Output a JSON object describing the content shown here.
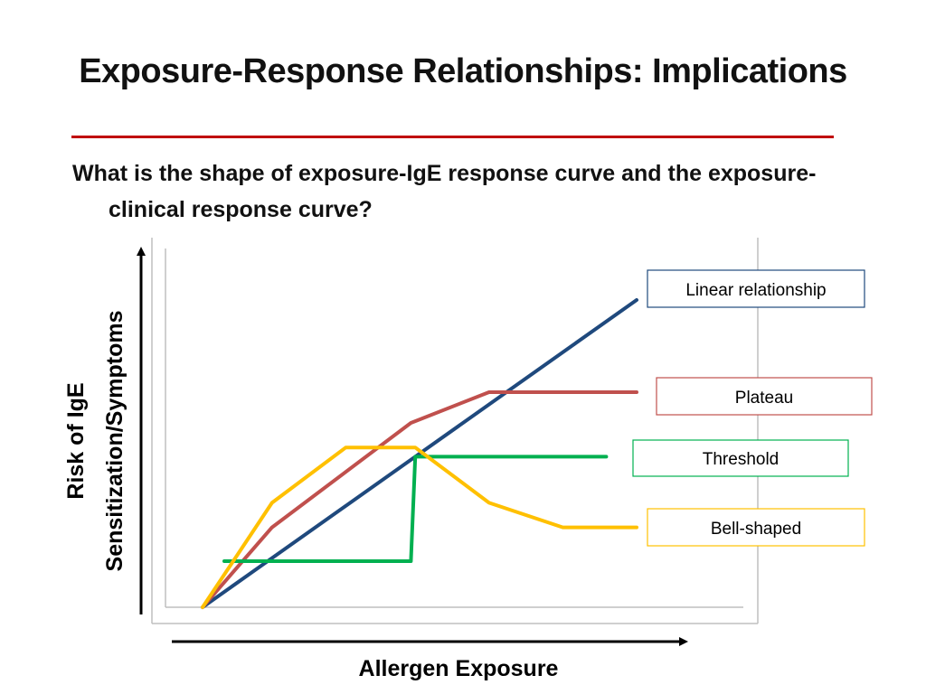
{
  "slide": {
    "title": "Exposure-Response Relationships: Implications",
    "question": "What is the shape of exposure-IgE response curve and the exposure-clinical response curve?"
  },
  "chart_data": {
    "type": "line",
    "xlabel": "Allergen Exposure",
    "ylabel_lines": [
      "Risk of IgE",
      "Sensitization/Symptoms"
    ],
    "xlim": [
      0,
      100
    ],
    "ylim": [
      0,
      100
    ],
    "ticks": "none",
    "grid": false,
    "series": [
      {
        "name": "Linear relationship",
        "color": "#1f497d",
        "label_border": "#1f497d",
        "points": [
          [
            0,
            0
          ],
          [
            100,
            100
          ]
        ]
      },
      {
        "name": "Plateau",
        "color": "#c0504d",
        "label_border": "#c0504d",
        "points": [
          [
            0,
            0
          ],
          [
            16,
            26
          ],
          [
            48,
            60
          ],
          [
            66,
            70
          ],
          [
            100,
            70
          ]
        ]
      },
      {
        "name": "Threshold",
        "color": "#00b050",
        "label_border": "#00b050",
        "points": [
          [
            5,
            15
          ],
          [
            48,
            15
          ],
          [
            49,
            49
          ],
          [
            93,
            49
          ]
        ]
      },
      {
        "name": "Bell-shaped",
        "color": "#ffc000",
        "label_border": "#ffc000",
        "points": [
          [
            0,
            0
          ],
          [
            16,
            34
          ],
          [
            33,
            52
          ],
          [
            49,
            52
          ],
          [
            66,
            34
          ],
          [
            83,
            26
          ],
          [
            100,
            26
          ]
        ]
      }
    ]
  }
}
